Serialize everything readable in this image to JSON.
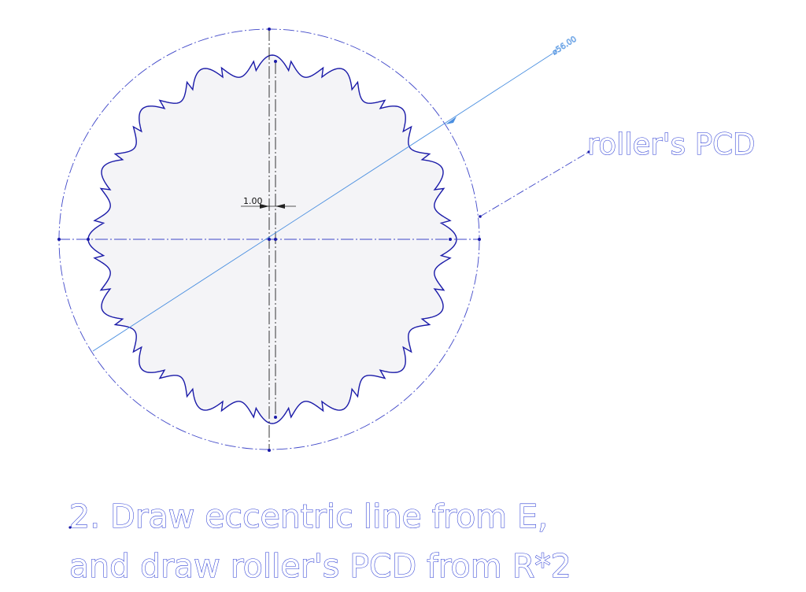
{
  "drawing": {
    "gear_lobes": 16,
    "offset_dimension": "1.00",
    "diameter_dimension": "⌀56.00",
    "callout_label": "roller's PCD",
    "caption_line1": "2. Draw eccentric line from E,",
    "caption_line2": "and draw roller's PCD from R*2"
  },
  "colors": {
    "outline": "#1a1aa8",
    "construction": "#3e46c8",
    "dimension": "#4a8fe0",
    "fill": "#f4f4f7",
    "text_outline": "#2a3bd4"
  }
}
